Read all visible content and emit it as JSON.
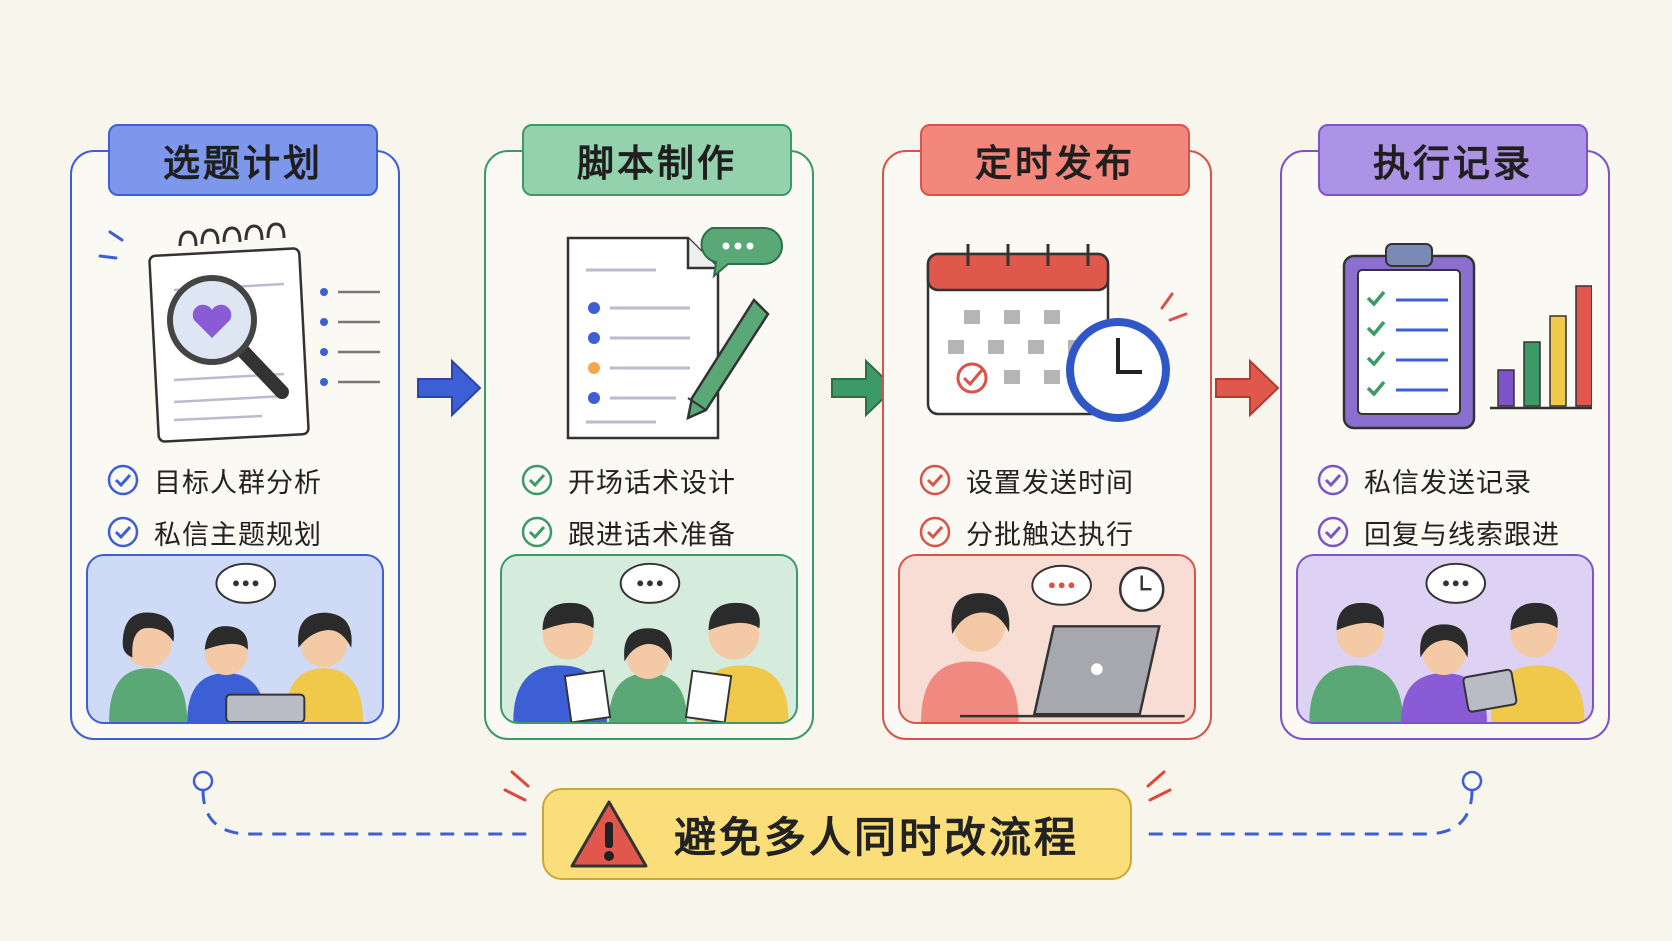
{
  "steps": [
    {
      "title": "选题计划",
      "color": "#3d5fd6",
      "header_fill": "#7d97ec",
      "items": [
        "目标人群分析",
        "私信主题规划"
      ]
    },
    {
      "title": "脚本制作",
      "color": "#3c9a68",
      "header_fill": "#93d2ac",
      "items": [
        "开场话术设计",
        "跟进话术准备"
      ]
    },
    {
      "title": "定时发布",
      "color": "#d9534a",
      "header_fill": "#f3877c",
      "items": [
        "设置发送时间",
        "分批触达执行"
      ]
    },
    {
      "title": "执行记录",
      "color": "#7d54c8",
      "header_fill": "#ad93e6",
      "items": [
        "私信发送记录",
        "回复与线索跟进"
      ]
    }
  ],
  "banner": {
    "text": "避免多人同时改流程"
  }
}
